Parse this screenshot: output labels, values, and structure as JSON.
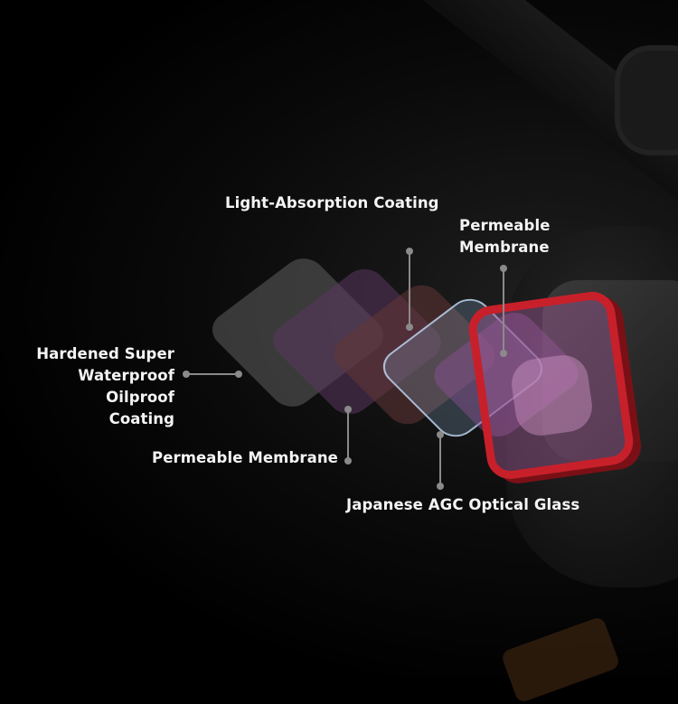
{
  "labels": {
    "light_absorption": "Light-Absorption Coating",
    "permeable_top_line1": "Permeable",
    "permeable_top_line2": "Membrane",
    "hardened_line1": "Hardened Super",
    "hardened_line2": "Waterproof",
    "hardened_line3": "Oilproof Coating",
    "permeable_bottom": "Permeable Membrane",
    "agc_glass": "Japanese AGC Optical Glass"
  },
  "colors": {
    "background": "#000000",
    "filter_frame": "#c8202a",
    "label_text": "#f4f4f4",
    "leader_line": "#8a8a8a"
  }
}
